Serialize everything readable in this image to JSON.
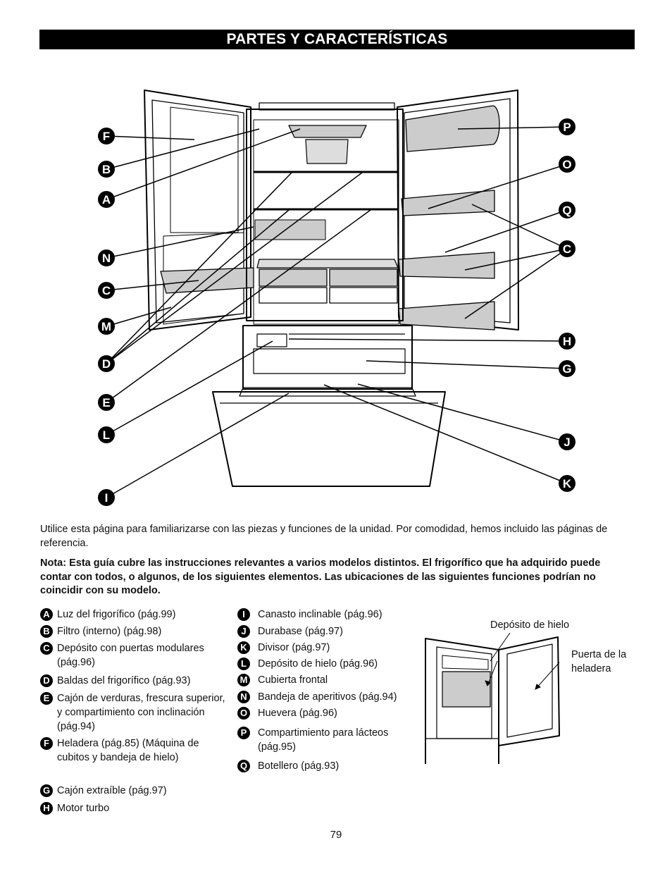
{
  "header": {
    "title": "PARTES Y CARACTERÍSTICAS"
  },
  "diagram": {
    "callouts": {
      "F": "F",
      "B": "B",
      "A": "A",
      "N": "N",
      "C": "C",
      "M": "M",
      "D": "D",
      "E": "E",
      "L": "L",
      "I": "I",
      "P": "P",
      "O": "O",
      "Q": "Q",
      "H": "H",
      "G": "G",
      "J": "J",
      "K": "K"
    }
  },
  "intro": "Utilice esta página para familiarizarse con las piezas y funciones de la unidad. Por comodidad, hemos incluido las páginas de referencia.",
  "note": "Nota: Esta guía cubre las instrucciones relevantes a varios modelos distintos. El frigorífico que ha adquirido puede contar con todos, o algunos, de los siguientes elementos. Las ubicaciones de las siguientes funciones podrían no coincidir con su modelo.",
  "parts_left": [
    {
      "letter": "A",
      "text": "Luz del frigorífico (pág.99)"
    },
    {
      "letter": "B",
      "text": "Filtro (interno) (pág.98)"
    },
    {
      "letter": "C",
      "text": "Depósito con puertas modulares (pág.96)"
    },
    {
      "letter": "D",
      "text": "Baldas del frigorífico (pág.93)"
    },
    {
      "letter": "E",
      "text": "Cajón de verduras, frescura superior, y compartimiento con inclinación (pág.94)"
    },
    {
      "letter": "F",
      "text": "Heladera (pág.85) (Máquina de cubitos y bandeja de hielo)"
    },
    {
      "letter": "G",
      "text": "Cajón extraíble (pág.97)"
    },
    {
      "letter": "H",
      "text": "Motor turbo"
    }
  ],
  "parts_right": [
    {
      "letter": "I",
      "text": "Canasto inclinable (pág.96)"
    },
    {
      "letter": "J",
      "text": "Durabase (pág.97)"
    },
    {
      "letter": "K",
      "text": "Divisor (pág.97)"
    },
    {
      "letter": "L",
      "text": "Depósito de hielo (pág.96)"
    },
    {
      "letter": "M",
      "text": "Cubierta frontal"
    },
    {
      "letter": "N",
      "text": "Bandeja de aperitivos (pág.94)"
    },
    {
      "letter": "O",
      "text": "Huevera (pág.96)"
    },
    {
      "letter": "P",
      "text": "Compartimiento para lácteos (pág.95)"
    },
    {
      "letter": "Q",
      "text": "Botellero (pág.93)"
    }
  ],
  "small_diagram": {
    "ice_bin_label": "Depósito de hielo",
    "freezer_door_label": "Puerta de la heladera"
  },
  "page_number": "79"
}
